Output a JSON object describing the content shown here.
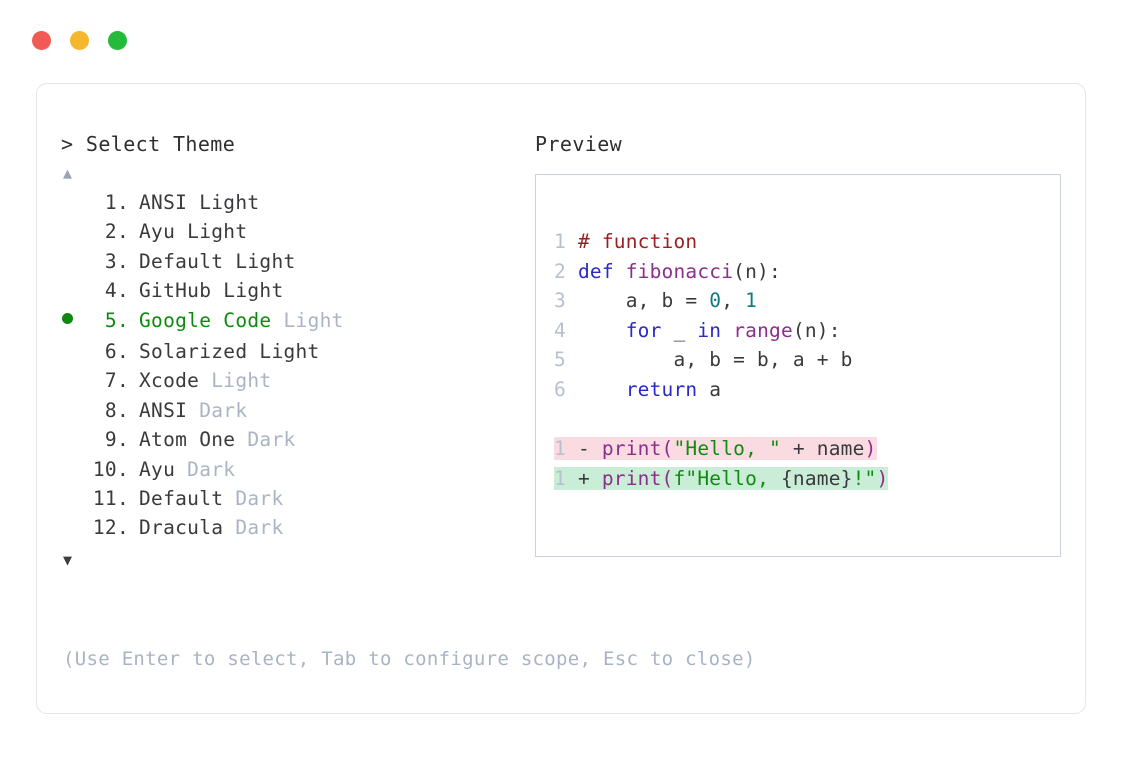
{
  "window": {
    "traffic_lights": [
      {
        "name": "close-button",
        "color": "#f25a55"
      },
      {
        "name": "minimize-button",
        "color": "#f5b82b"
      },
      {
        "name": "maximize-button",
        "color": "#24bb3d"
      }
    ]
  },
  "left": {
    "prompt": "> Select Theme",
    "scroll_up": "▲",
    "scroll_down": "▼",
    "items": [
      {
        "index": " 1.",
        "name": "ANSI Light",
        "variant": "",
        "selected": false,
        "bullet": ""
      },
      {
        "index": " 2.",
        "name": "Ayu Light",
        "variant": "",
        "selected": false,
        "bullet": ""
      },
      {
        "index": " 3.",
        "name": "Default Light",
        "variant": "",
        "selected": false,
        "bullet": ""
      },
      {
        "index": " 4.",
        "name": "GitHub Light",
        "variant": "",
        "selected": false,
        "bullet": ""
      },
      {
        "index": " 5.",
        "name": "Google Code",
        "variant": " Light",
        "selected": true,
        "bullet": "●"
      },
      {
        "index": " 6.",
        "name": "Solarized Light",
        "variant": "",
        "selected": false,
        "bullet": ""
      },
      {
        "index": " 7.",
        "name": "Xcode",
        "variant": " Light",
        "selected": false,
        "bullet": ""
      },
      {
        "index": " 8.",
        "name": "ANSI",
        "variant": " Dark",
        "selected": false,
        "bullet": ""
      },
      {
        "index": " 9.",
        "name": "Atom One",
        "variant": " Dark",
        "selected": false,
        "bullet": ""
      },
      {
        "index": "10.",
        "name": "Ayu",
        "variant": " Dark",
        "selected": false,
        "bullet": ""
      },
      {
        "index": "11.",
        "name": "Default",
        "variant": " Dark",
        "selected": false,
        "bullet": ""
      },
      {
        "index": "12.",
        "name": "Dracula",
        "variant": " Dark",
        "selected": false,
        "bullet": ""
      }
    ],
    "hint": "(Use Enter to select, Tab to configure scope, Esc to close)"
  },
  "right": {
    "label": "Preview",
    "code_lines": [
      {
        "ln": "1",
        "tokens": [
          {
            "t": "# function",
            "c": "t-comment"
          }
        ]
      },
      {
        "ln": "2",
        "tokens": [
          {
            "t": "def ",
            "c": "t-kw"
          },
          {
            "t": "fibonacci",
            "c": "t-fn"
          },
          {
            "t": "(n):",
            "c": "t-plain"
          }
        ]
      },
      {
        "ln": "3",
        "tokens": [
          {
            "t": "    a, b = ",
            "c": "t-plain"
          },
          {
            "t": "0",
            "c": "t-num"
          },
          {
            "t": ", ",
            "c": "t-plain"
          },
          {
            "t": "1",
            "c": "t-num"
          }
        ]
      },
      {
        "ln": "4",
        "tokens": [
          {
            "t": "    ",
            "c": "t-plain"
          },
          {
            "t": "for",
            "c": "t-kw"
          },
          {
            "t": " _ ",
            "c": "t-plain"
          },
          {
            "t": "in",
            "c": "t-kw"
          },
          {
            "t": " ",
            "c": "t-plain"
          },
          {
            "t": "range",
            "c": "t-fn"
          },
          {
            "t": "(n):",
            "c": "t-plain"
          }
        ]
      },
      {
        "ln": "5",
        "tokens": [
          {
            "t": "        a, b = b, a + b",
            "c": "t-plain"
          }
        ]
      },
      {
        "ln": "6",
        "tokens": [
          {
            "t": "    ",
            "c": "t-plain"
          },
          {
            "t": "return",
            "c": "t-kw"
          },
          {
            "t": " a",
            "c": "t-plain"
          }
        ]
      }
    ],
    "diff_lines": [
      {
        "ln": "1",
        "kind": "diff-del",
        "tokens": [
          {
            "t": " - ",
            "c": "t-marker"
          },
          {
            "t": "print",
            "c": "t-fn"
          },
          {
            "t": "(",
            "c": "t-fn"
          },
          {
            "t": "\"Hello, \"",
            "c": "t-str"
          },
          {
            "t": " + name",
            "c": "t-plain"
          },
          {
            "t": ")",
            "c": "t-fn"
          }
        ]
      },
      {
        "ln": "1",
        "kind": "diff-add",
        "tokens": [
          {
            "t": " + ",
            "c": "t-marker"
          },
          {
            "t": "print",
            "c": "t-fn"
          },
          {
            "t": "(",
            "c": "t-fn"
          },
          {
            "t": "f\"Hello, ",
            "c": "t-str"
          },
          {
            "t": "{name}",
            "c": "t-plain"
          },
          {
            "t": "!\"",
            "c": "t-str"
          },
          {
            "t": ")",
            "c": "t-fn"
          }
        ]
      }
    ]
  },
  "colors": {
    "card_border": "#e2e5ea",
    "preview_border": "#ccd2dc",
    "selected_green": "#0d8a0d",
    "muted": "#aab4c4",
    "diff_del_bg": "#fadbe1",
    "diff_add_bg": "#c9edd6"
  }
}
